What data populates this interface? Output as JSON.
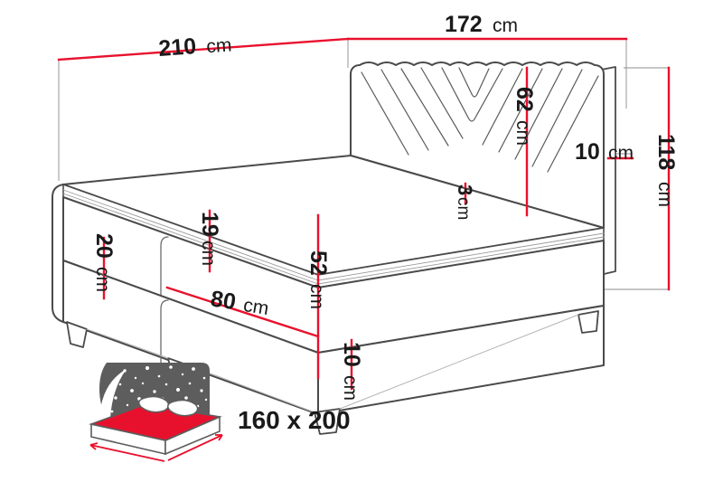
{
  "drawing": {
    "title": "Boxspring bed technical dimension drawing",
    "background_color": "#ffffff",
    "line_color": "#4a4a4a",
    "dimension_color": "#e8112d",
    "text_color": "#1a1a1a",
    "icon_gray": "#5d5d5d",
    "icon_red": "#e8112d"
  },
  "dimensions": {
    "length": {
      "value": "210",
      "unit": "cm",
      "label": "210cm",
      "name": "bed-length"
    },
    "width": {
      "value": "172",
      "unit": "cm",
      "label": "172cm",
      "name": "bed-width"
    },
    "total_height": {
      "value": "118",
      "unit": "cm",
      "label": "118cm",
      "name": "total-height"
    },
    "headboard_height": {
      "value": "62",
      "unit": "cm",
      "label": "62cm",
      "name": "headboard-height"
    },
    "headboard_depth": {
      "value": "10",
      "unit": "cm",
      "label": "10cm",
      "name": "headboard-depth"
    },
    "topper_thickness": {
      "value": "3",
      "unit": "cm",
      "label": "3cm",
      "name": "topper-thickness"
    },
    "mattress_thickness": {
      "value": "19",
      "unit": "cm",
      "label": "19cm",
      "name": "mattress-thickness"
    },
    "base_height": {
      "value": "20",
      "unit": "cm",
      "label": "20cm",
      "name": "base-height"
    },
    "seat_height": {
      "value": "52",
      "unit": "cm",
      "label": "52cm",
      "name": "seat-height"
    },
    "base_depth": {
      "value": "80",
      "unit": "cm",
      "label": "80cm",
      "name": "base-depth"
    },
    "leg_height": {
      "value": "10",
      "unit": "cm",
      "label": "10cm",
      "name": "leg-height"
    }
  },
  "sleeping_area": {
    "icon_name": "bed-with-starry-headboard-icon",
    "label": "160 x 200",
    "width_cm": 160,
    "length_cm": 200
  }
}
